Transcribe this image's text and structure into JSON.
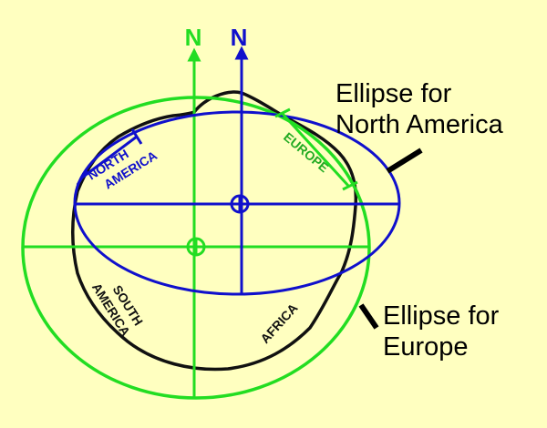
{
  "colors": {
    "background": "#ffffc0",
    "europe_frame": "#22dd22",
    "north_america_frame": "#1010cc",
    "continent_outline": "#111111",
    "callout": "#000000"
  },
  "north_labels": {
    "europe_frame": "N",
    "north_america_frame": "N"
  },
  "continents": {
    "north_america": [
      "NORTH",
      "AMERICA"
    ],
    "europe": "EUROPE",
    "south_america": [
      "SOUTH",
      "AMERICA"
    ],
    "africa": "AFRICA"
  },
  "callouts": {
    "north_america_ellipse": [
      "Ellipse for",
      "North America"
    ],
    "europe_ellipse": [
      "Ellipse for",
      "Europe"
    ]
  },
  "icons": {
    "pole_marker": "circle-cross-icon",
    "north_arrow": "arrow-up-icon"
  }
}
